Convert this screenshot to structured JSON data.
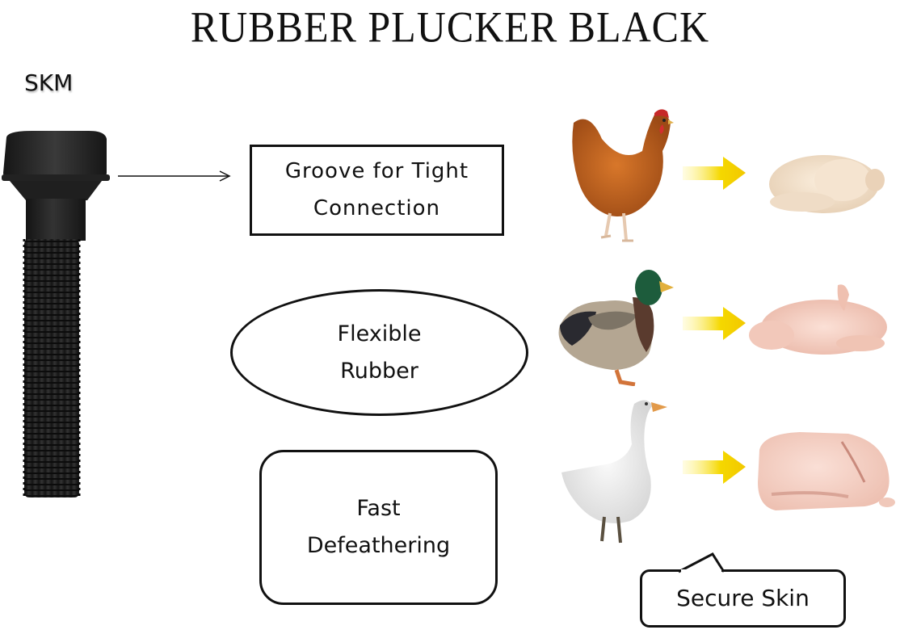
{
  "title": "RUBBER PLUCKER BLACK",
  "brand_label": "SKM",
  "product": {
    "icon": "rubber-plucker-finger-icon",
    "color": "#1e1e1e"
  },
  "callouts": {
    "groove": {
      "text": "Groove for Tight\nConnection",
      "shape": "rectangle"
    },
    "flexible": {
      "text": "Flexible\nRubber",
      "shape": "ellipse"
    },
    "fast": {
      "text": "Fast\nDefeathering",
      "shape": "rounded-rectangle"
    },
    "secure": {
      "text": "Secure Skin",
      "shape": "speech-bubble"
    }
  },
  "poultry_rows": [
    {
      "bird": "chicken",
      "bird_icon": "chicken-icon",
      "result_icon": "plucked-chicken-icon",
      "arrow_color": "#f5d800"
    },
    {
      "bird": "duck",
      "bird_icon": "duck-icon",
      "result_icon": "plucked-duck-icon",
      "arrow_color": "#f5d800"
    },
    {
      "bird": "goose",
      "bird_icon": "goose-icon",
      "result_icon": "plucked-goose-icon",
      "arrow_color": "#f5d800"
    }
  ],
  "colors": {
    "text": "#111111",
    "background": "#ffffff",
    "arrow_yellow": "#f5d800",
    "skin_pink": "#f3c9be"
  }
}
